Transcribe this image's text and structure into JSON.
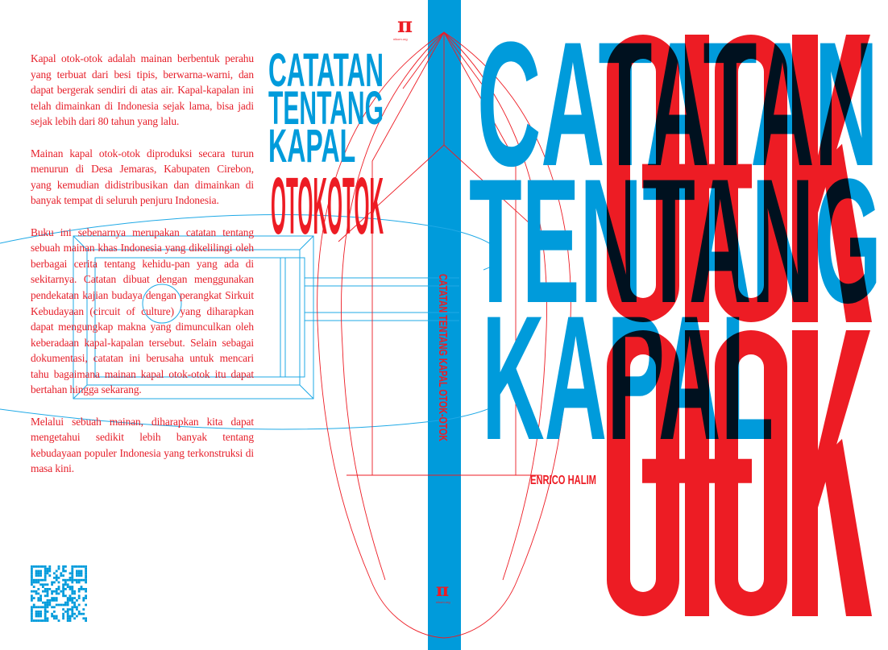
{
  "colors": {
    "blue": "#009bdb",
    "red": "#ed1c24",
    "overlap": "#02121f"
  },
  "back_cover": {
    "paragraphs": [
      "Kapal otok-otok adalah mainan berbentuk perahu yang terbuat dari besi tipis, berwarna-warni, dan dapat bergerak sendiri di atas air. Kapal-kapalan ini telah dimainkan di Indonesia sejak lama, bisa jadi sejak lebih dari 80 tahun yang lalu.",
      "Mainan kapal otok-otok diproduksi secara turun menurun di Desa Jemaras, Kabupaten Cirebon, yang kemudian didistribusikan dan dimainkan di banyak tempat di seluruh penjuru Indonesia.",
      "Buku ini sebenarnya merupakan catatan tentang sebuah mainan khas Indonesia yang dikelilingi oleh berbagai cerita tentang kehidu-pan yang ada di sekitarnya. Catatan dibuat dengan menggunakan pendekatan kajian budaya dengan perangkat Sirkuit Kebudayaan (circuit of culture) yang diharapkan dapat mengungkap makna yang dimunculkan oleh keberadaan kapal-kapalan tersebut. Selain sebagai dokumentasi, catatan ini berusaha untuk mencari tahu bagaimana mainan kapal otok-otok itu dapat bertahan hingga sekarang.",
      "Melalui sebuah mainan, diharapkan kita dapat mengetahui sedikit lebih banyak tentang kebudayaan populer Indonesia yang terkonstruksi di masa kini."
    ],
    "title_lines": [
      "CATATAN",
      "TENTANG",
      "KAPAL"
    ],
    "title_red": "OTOKOTOK",
    "qr_icon": "qr-code"
  },
  "logo": {
    "symbol": "π",
    "caption": "nikom.org"
  },
  "spine": {
    "title": "CATATAN TENTANG KAPAL OTOK-OTOK"
  },
  "front_cover": {
    "blue_lines": [
      "CATATAN",
      "TENTANG",
      "KAPAL"
    ],
    "red_lines": [
      "OTOK",
      "OTOK"
    ],
    "author": "ENRICO HALIM"
  }
}
